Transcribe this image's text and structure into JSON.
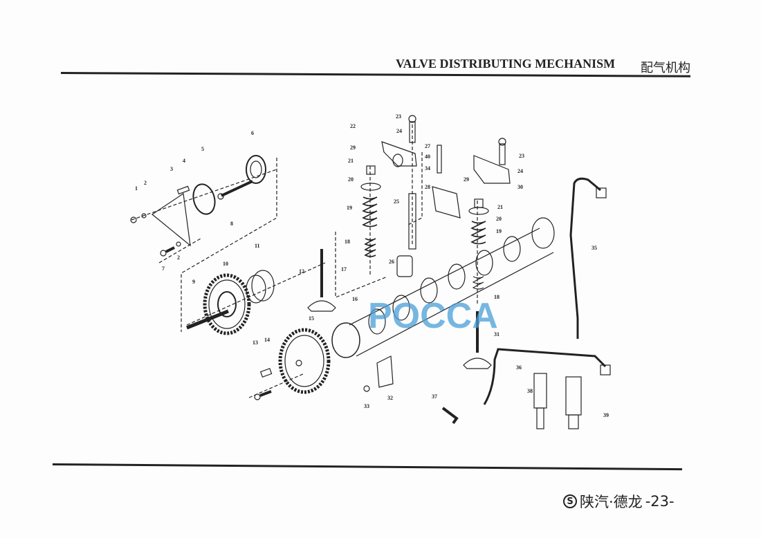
{
  "header": {
    "title": "VALVE DISTRIBUTING MECHANISM",
    "title_cn": "配气机构"
  },
  "footer": {
    "logo_mark": "S",
    "brand": "陕汽·德龙",
    "page_number": "-23-"
  },
  "watermark": "POCCA",
  "diagram": {
    "callouts": [
      "1",
      "2",
      "3",
      "4",
      "5",
      "6",
      "7",
      "2",
      "8",
      "9",
      "10",
      "11",
      "12",
      "13",
      "14",
      "15",
      "16",
      "17",
      "18",
      "19",
      "20",
      "21",
      "22",
      "23",
      "24",
      "29",
      "25",
      "26",
      "27",
      "40",
      "34",
      "28",
      "23",
      "24",
      "30",
      "29",
      "21",
      "20",
      "19",
      "18",
      "31",
      "35",
      "36",
      "37",
      "38",
      "39",
      "32",
      "33"
    ]
  },
  "colors": {
    "ink": "#222222",
    "watermark": "#4a9fd8"
  }
}
